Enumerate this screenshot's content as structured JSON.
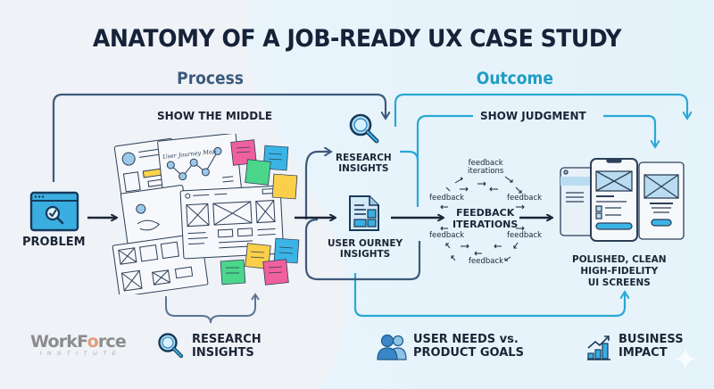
{
  "title": "ANATOMY OF A JOB-READY UX CASE STUDY",
  "sections": {
    "process": "Process",
    "outcome": "Outcome"
  },
  "colors": {
    "title": "#152238",
    "process": "#3c5a7d",
    "outcome": "#1f9dc4",
    "process_line": "#3d5a7c",
    "outcome_line": "#2aa8d6",
    "dark_arrow": "#1b2536",
    "sticky_pink": "#f0609e",
    "sticky_blue": "#3ab4e6",
    "sticky_green": "#4bd68b",
    "sticky_yellow": "#fbcf4a"
  },
  "nodes": {
    "problem": {
      "label": "PROBLEM",
      "icon": "browser-search-check-icon"
    },
    "show_middle": {
      "label": "SHOW THE MIDDLE",
      "icon": "wireframe-collage-icon"
    },
    "research_insights": {
      "line1": "RESEARCH",
      "line2": "INSIGHTS",
      "icon": "magnifier-icon"
    },
    "user_journey": {
      "line1": "USER OURNEY",
      "line2": "INSIGHTS",
      "icon": "document-icon"
    },
    "show_judgment": {
      "label": "SHOW JUDGMENT"
    },
    "feedback": {
      "center_line1": "FEEDBACK",
      "center_line2": "ITERATIONS",
      "top_line1": "feedback",
      "top_line2": "iterations",
      "small": [
        "feedback",
        "feedback",
        "feedback",
        "feedback",
        "feedback"
      ]
    },
    "polished": {
      "line1": "POLISHED, CLEAN",
      "line2": "HIGH-FIDELITY",
      "line3": "UI SCREENS",
      "icon": "ui-screens-icon"
    }
  },
  "collage": {
    "journey_map_title": "User Journey Map"
  },
  "footer": {
    "logo_main_a": "WorkF",
    "logo_main_o": "o",
    "logo_main_b": "rce",
    "logo_sub": "INSTITUTE",
    "items": [
      {
        "line1": "RESEARCH",
        "line2": "INSIGHTS",
        "icon": "magnifier-icon"
      },
      {
        "line1": "USER NEEDS vs.",
        "line2": "PRODUCT GOALS",
        "icon": "users-icon"
      },
      {
        "line1": "BUSINESS",
        "line2": "IMPACT",
        "icon": "bar-chart-growth-icon"
      }
    ]
  }
}
